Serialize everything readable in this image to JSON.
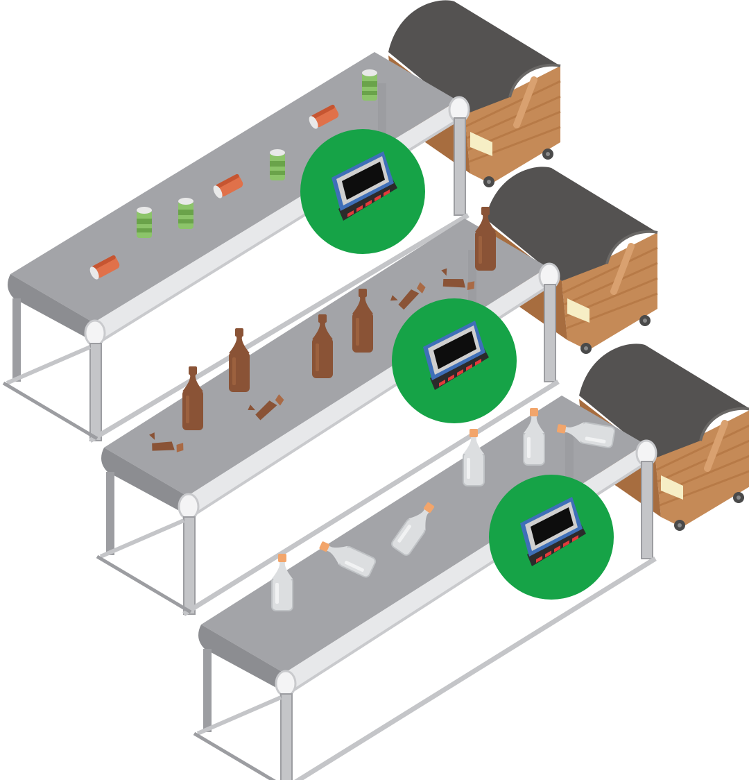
{
  "palette": {
    "belt_top": "#a3a4a8",
    "belt_side": "#8c8d91",
    "belt_edge": "#e7e8ea",
    "belt_edge_shadow": "#c9cacd",
    "leg": "#9c9da1",
    "leg_light": "#c4c5c8",
    "bin_wood": "#c58a57",
    "bin_wood_dark": "#a76d3f",
    "bin_wood_line": "#b77a47",
    "bin_lid": "#545251",
    "bin_label": "#f6eec5",
    "wheel": "#4a4a4a",
    "badge_green": "#16a347",
    "scanner_frame": "#3f6fb8",
    "scanner_bezel": "#cfcfcf",
    "scanner_screen": "#0d0d0d",
    "scanner_base": "#2b2b2b",
    "scanner_led": "#e23b3b",
    "can_red": "#e0714a",
    "can_red_dark": "#c65531",
    "can_green": "#8cc46a",
    "can_green_dark": "#6aa34a",
    "can_top": "#e9e9e9",
    "bottle_brown": "#8a5336",
    "bottle_brown_light": "#a96a45",
    "bottle_clear": "#dcdee0",
    "bottle_clear_edge": "#bfc2c5",
    "bottle_cap": "#f2a56b"
  },
  "scene": {
    "conveyors": [
      {
        "name": "conveyor-cans",
        "item_type": "cans",
        "items": [
          "can-red",
          "can-green",
          "can-green",
          "can-red",
          "can-green",
          "can-red",
          "can-green"
        ]
      },
      {
        "name": "conveyor-brown-bottles",
        "item_type": "brown-bottles",
        "items": [
          "broken-bottle",
          "bottle",
          "bottle",
          "broken-bottle",
          "bottle",
          "bottle",
          "broken-bottle",
          "broken-bottle",
          "bottle"
        ]
      },
      {
        "name": "conveyor-clear-bottles",
        "item_type": "clear-bottles",
        "items": [
          "bottle",
          "bottle-lying",
          "bottle-tilted",
          "bottle",
          "bottle",
          "bottle-lying"
        ]
      }
    ],
    "icons": [
      "scanner-icon",
      "collection-bin-icon",
      "conveyor-belt-icon"
    ]
  }
}
